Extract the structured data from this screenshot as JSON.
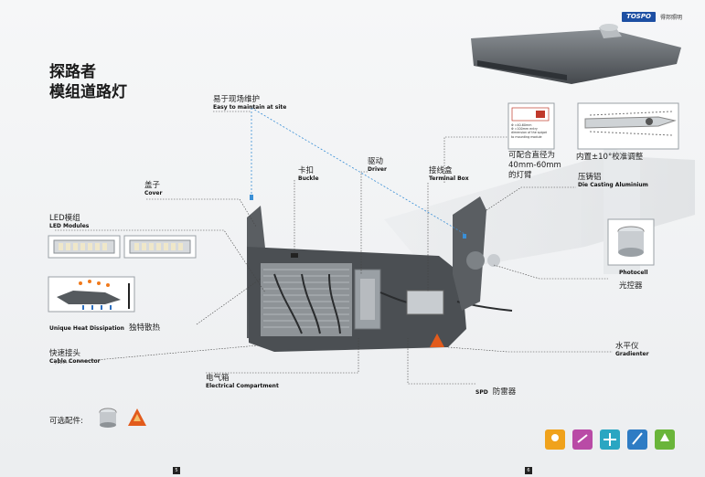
{
  "brand": {
    "logo_text": "TOSPO",
    "logo_sub": "得邦照明"
  },
  "title": {
    "line1": "探路者",
    "line2": "模组道路灯"
  },
  "labels": {
    "maintain": {
      "cn": "易于现场维护",
      "en": "Easy to maintain at site"
    },
    "cover": {
      "cn": "盖子",
      "en": "Cover"
    },
    "buckle": {
      "cn": "卡扣",
      "en": "Buckle"
    },
    "driver": {
      "cn": "驱动",
      "en": "Driver"
    },
    "terminal": {
      "cn": "接线盒",
      "en": "Terminal Box"
    },
    "led_modules": {
      "cn": "LED模组",
      "en": "LED Modules"
    },
    "heat": {
      "cn": "独特散热",
      "en": "Unique Heat Dissipation"
    },
    "cable": {
      "cn": "快速接头",
      "en": "Cable Connector"
    },
    "electrical": {
      "cn": "电气箱",
      "en": "Electrical Compartment"
    },
    "spd": {
      "cn": "防雷器",
      "en": "SPD"
    },
    "gradienter": {
      "cn": "水平仪",
      "en": "Gradienter"
    },
    "photocell": {
      "cn": "光控器",
      "en": "Photocell"
    },
    "die_casting": {
      "cn": "压铸铝",
      "en": "Die Casting Aluminium"
    },
    "calibration": {
      "cn": "内置±10°校准调整"
    },
    "arm": {
      "line1": "可配合直径为",
      "line2": "40mm-60mm",
      "line3": "的灯臂"
    },
    "optional": {
      "cn": "可选配件:"
    }
  },
  "spigot_note": [
    "Φ =40-60mm",
    "Φ =100mm entry",
    "dimension of the spigot",
    "to mounting module"
  ],
  "pages": {
    "left": "5",
    "right": "6"
  },
  "colors": {
    "accent_blue": "#1d4fa3",
    "dashed_blue": "#3a8fd6",
    "housing": "#5b5f63"
  }
}
